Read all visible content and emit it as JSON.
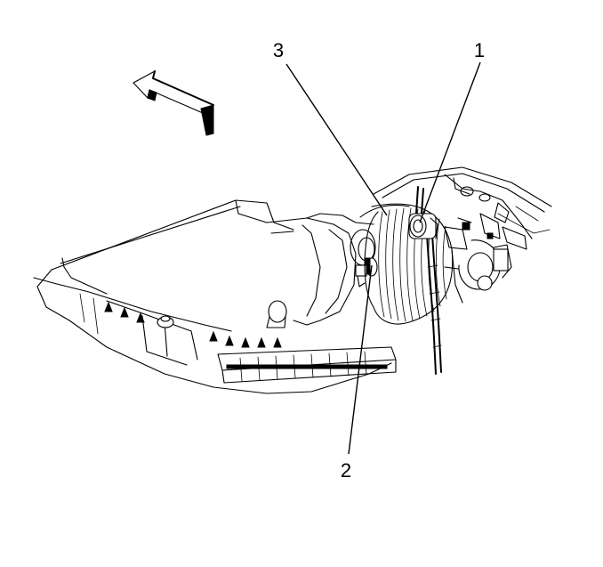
{
  "callouts": {
    "c1": "1",
    "c2": "2",
    "c3": "3"
  },
  "colors": {
    "line": "#000000",
    "background": "#ffffff"
  },
  "icons": {
    "direction_arrow": "arrow-up-left-icon"
  }
}
